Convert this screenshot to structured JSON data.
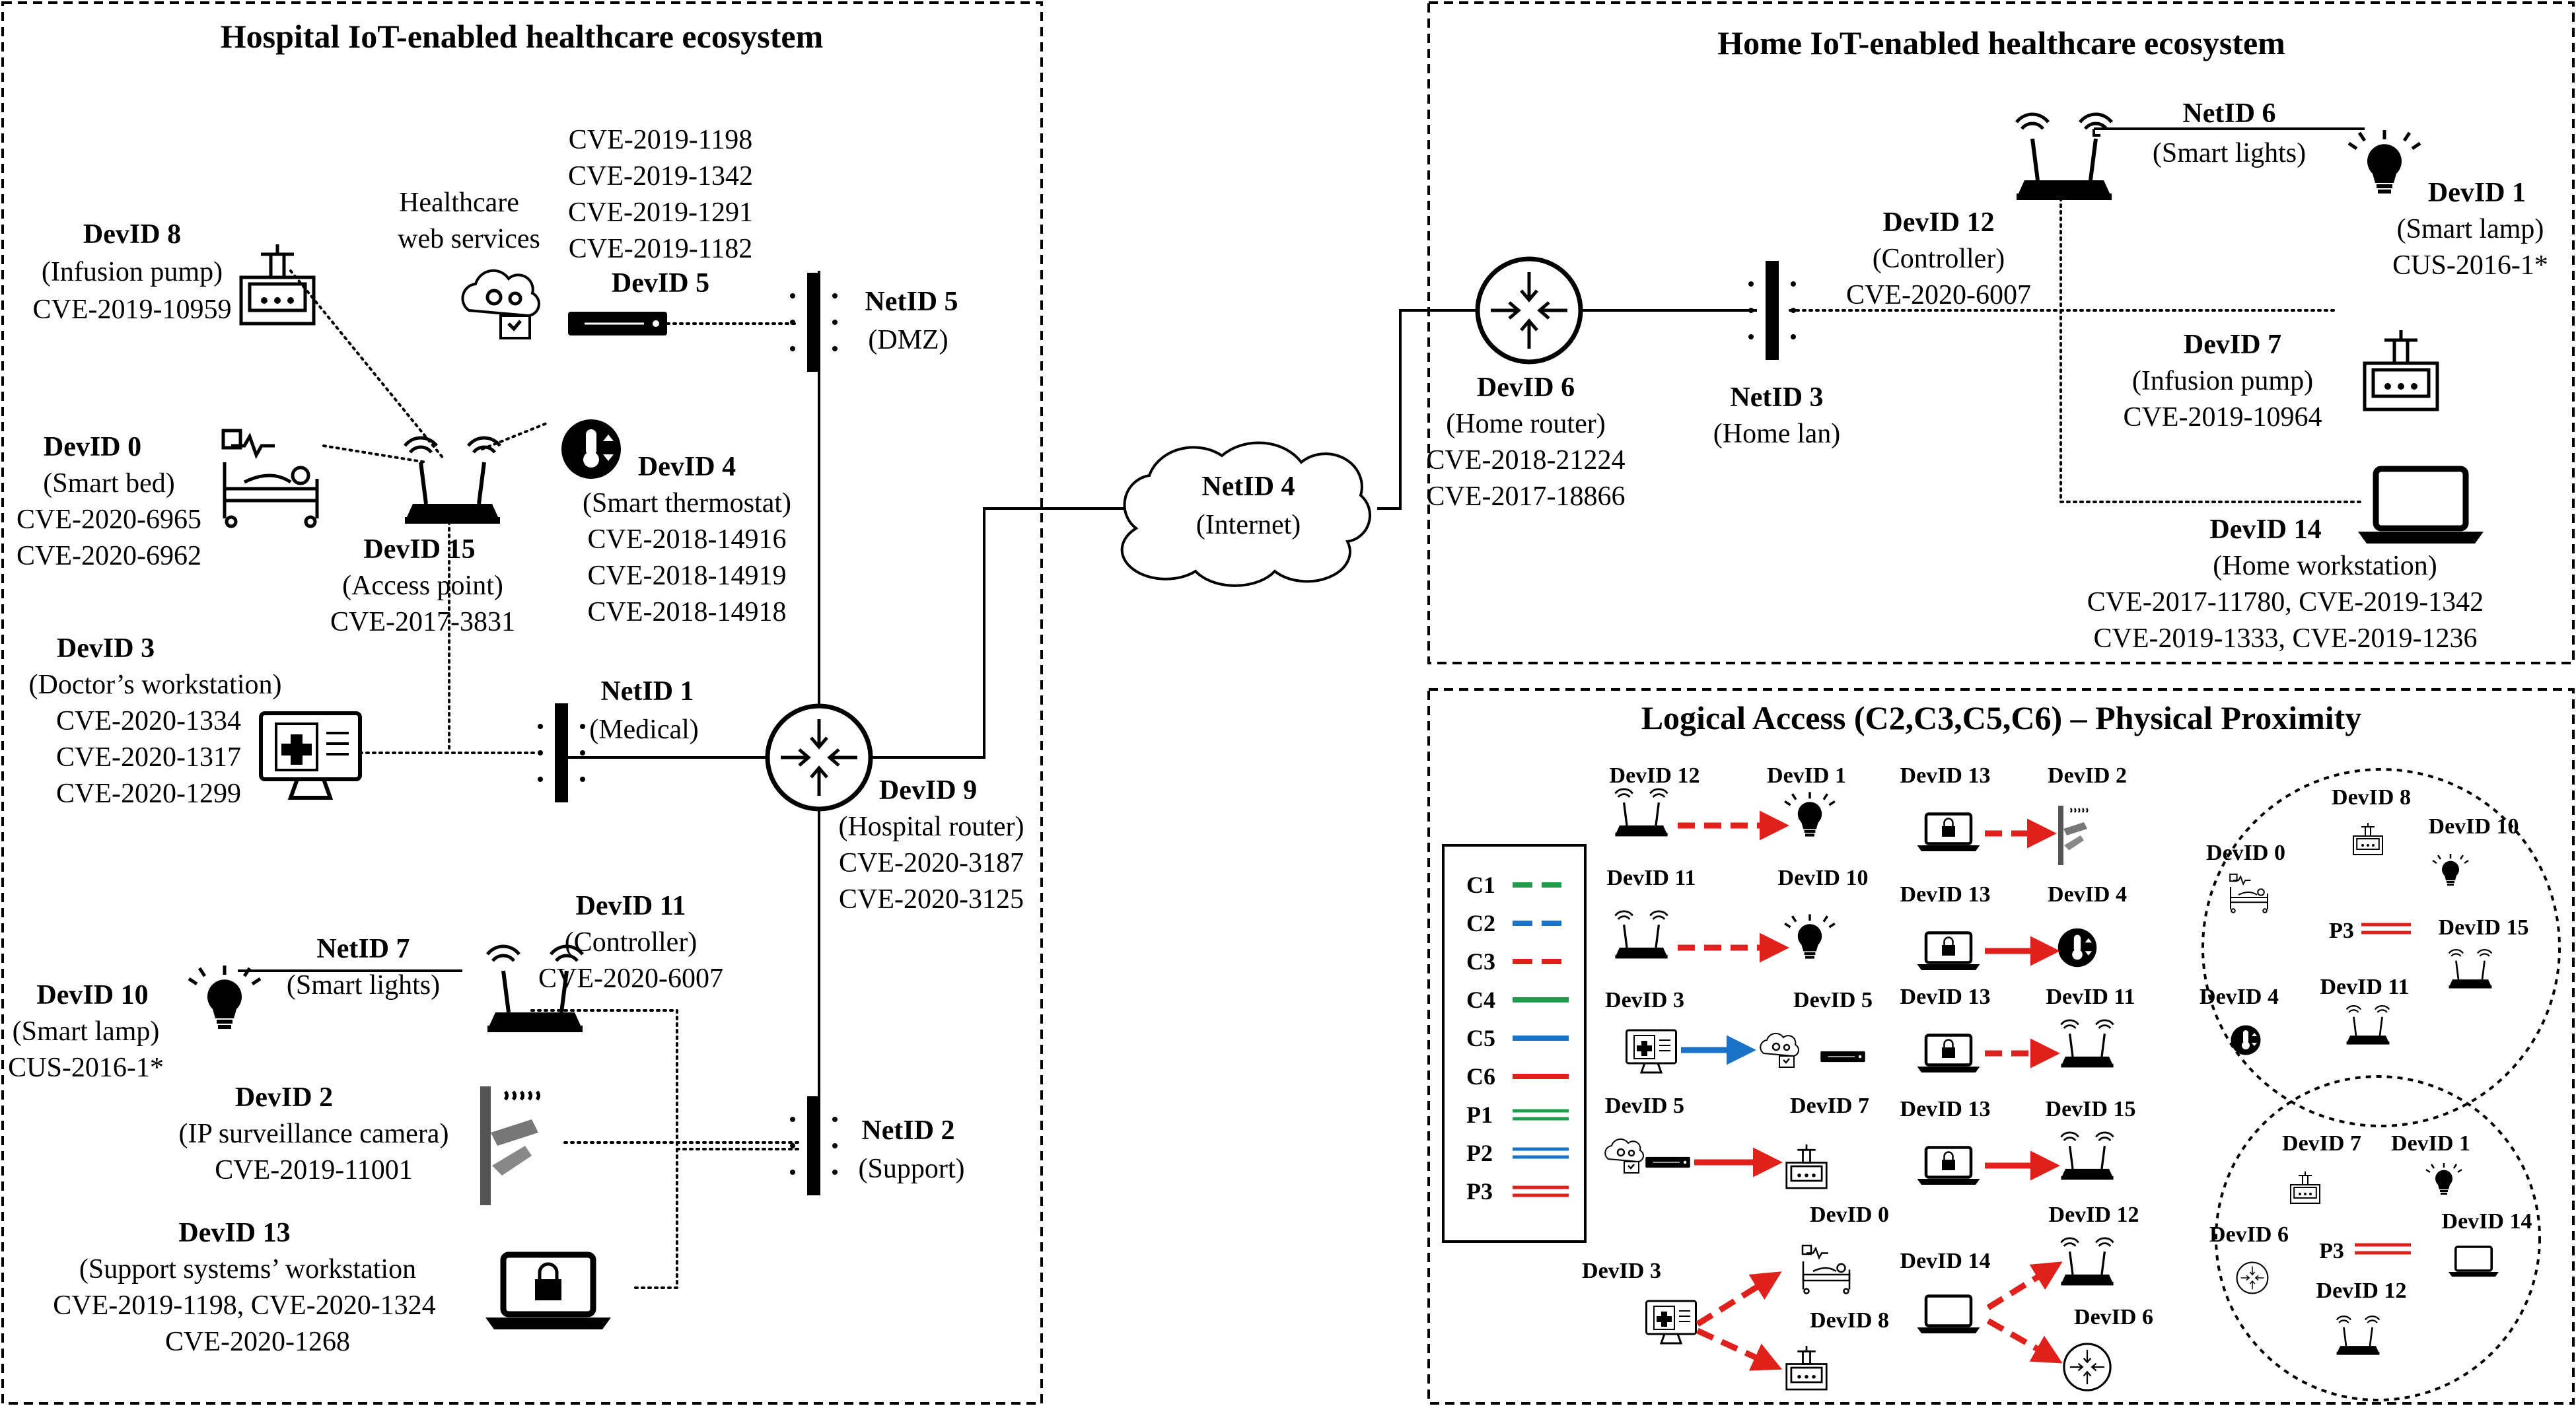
{
  "panels": {
    "hospital_title": "Hospital IoT-enabled healthcare ecosystem",
    "home_title": "Home IoT-enabled healthcare ecosystem",
    "logical_title": "Logical Access (C2,C3,C5,C6) – Physical Proximity"
  },
  "hospital": {
    "dev8": {
      "id": "DevID 8",
      "role": "(Infusion pump)",
      "cve": [
        "CVE-2019-10959"
      ]
    },
    "dev0": {
      "id": "DevID 0",
      "role": "(Smart bed)",
      "cve": [
        "CVE-2020-6965",
        "CVE-2020-6962"
      ]
    },
    "dev15": {
      "id": "DevID 15",
      "role": "(Access point)",
      "cve": [
        "CVE-2017-3831"
      ]
    },
    "dev4": {
      "id": "DevID 4",
      "role": "(Smart thermostat)",
      "cve": [
        "CVE-2018-14916",
        "CVE-2018-14919",
        "CVE-2018-14918"
      ]
    },
    "dev5": {
      "id": "DevID 5",
      "cve": [
        "CVE-2019-1198",
        "CVE-2019-1342",
        "CVE-2019-1291",
        "CVE-2019-1182"
      ]
    },
    "web_services": [
      "Healthcare",
      "web services"
    ],
    "net5": {
      "id": "NetID 5",
      "name": "(DMZ)"
    },
    "dev3": {
      "id": "DevID 3",
      "role": "(Doctor’s workstation)",
      "cve": [
        "CVE-2020-1334",
        "CVE-2020-1317",
        "CVE-2020-1299"
      ]
    },
    "net1": {
      "id": "NetID 1",
      "name": "(Medical)"
    },
    "dev9": {
      "id": "DevID 9",
      "role": "(Hospital router)",
      "cve": [
        "CVE-2020-3187",
        "CVE-2020-3125"
      ]
    },
    "net4": {
      "id": "NetID 4",
      "name": "(Internet)"
    },
    "net7": {
      "id": "NetID 7",
      "name": "(Smart lights)"
    },
    "dev11": {
      "id": "DevID 11",
      "role": "(Controller)",
      "cve": [
        "CVE-2020-6007"
      ]
    },
    "dev10": {
      "id": "DevID 10",
      "role": "(Smart lamp)",
      "cve": [
        "CUS-2016-1*"
      ]
    },
    "dev2": {
      "id": "DevID 2",
      "role": "(IP surveillance camera)",
      "cve": [
        "CVE-2019-11001"
      ]
    },
    "net2": {
      "id": "NetID 2",
      "name": "(Support)"
    },
    "dev13": {
      "id": "DevID 13",
      "role": "(Support systems’ workstation",
      "cve": [
        "CVE-2019-1198, CVE-2020-1324",
        "CVE-2020-1268"
      ]
    }
  },
  "home": {
    "dev6": {
      "id": "DevID 6",
      "role": "(Home router)",
      "cve": [
        "CVE-2018-21224",
        "CVE-2017-18866"
      ]
    },
    "net3": {
      "id": "NetID 3",
      "name": "(Home lan)"
    },
    "dev12": {
      "id": "DevID 12",
      "role": "(Controller)",
      "cve": [
        "CVE-2020-6007"
      ]
    },
    "net6": {
      "id": "NetID 6",
      "name": "(Smart lights)"
    },
    "dev1": {
      "id": "DevID 1",
      "role": "(Smart lamp)",
      "cve": [
        "CUS-2016-1*"
      ]
    },
    "dev7": {
      "id": "DevID 7",
      "role": "(Infusion pump)",
      "cve": [
        "CVE-2019-10964"
      ]
    },
    "dev14": {
      "id": "DevID 14",
      "role": "(Home workstation)",
      "cve": [
        "CVE-2017-11780, CVE-2019-1342",
        "CVE-2019-1333, CVE-2019-1236"
      ]
    }
  },
  "legend": [
    {
      "label": "C1",
      "color": "#1f9d4c",
      "style": "dashed"
    },
    {
      "label": "C2",
      "color": "#1a73c7",
      "style": "dashed"
    },
    {
      "label": "C3",
      "color": "#e0201b",
      "style": "dashed"
    },
    {
      "label": "C4",
      "color": "#1f9d4c",
      "style": "solid"
    },
    {
      "label": "C5",
      "color": "#1a73c7",
      "style": "solid"
    },
    {
      "label": "C6",
      "color": "#e0201b",
      "style": "solid"
    },
    {
      "label": "P1",
      "color": "#1f9d4c",
      "style": "double"
    },
    {
      "label": "P2",
      "color": "#1a73c7",
      "style": "double"
    },
    {
      "label": "P3",
      "color": "#e0201b",
      "style": "double"
    }
  ],
  "logical_pairs": [
    {
      "from": "DevID 12",
      "to": "DevID 1",
      "type": "C3"
    },
    {
      "from": "DevID 11",
      "to": "DevID 10",
      "type": "C3"
    },
    {
      "from": "DevID 3",
      "to": "DevID 5",
      "type": "C5"
    },
    {
      "from": "DevID 5",
      "to": "DevID 7",
      "type": "C6"
    },
    {
      "from": "DevID 3",
      "to": "DevID 0",
      "type": "C3"
    },
    {
      "from": "DevID 3",
      "to": "DevID 8",
      "type": "C3"
    },
    {
      "from": "DevID 13",
      "to": "DevID 2",
      "type": "C3"
    },
    {
      "from": "DevID 13",
      "to": "DevID 4",
      "type": "C6"
    },
    {
      "from": "DevID 13",
      "to": "DevID 11",
      "type": "C3"
    },
    {
      "from": "DevID 13",
      "to": "DevID 15",
      "type": "C6"
    },
    {
      "from": "DevID 14",
      "to": "DevID 12",
      "type": "C3"
    },
    {
      "from": "DevID 14",
      "to": "DevID 6",
      "type": "C3"
    }
  ],
  "labels": {
    "l12": "DevID 12",
    "l1": "DevID 1",
    "l11": "DevID 11",
    "l10": "DevID 10",
    "l3a": "DevID 3",
    "l5a": "DevID 5",
    "l5b": "DevID 5",
    "l7": "DevID 7",
    "l3b": "DevID 3",
    "l0": "DevID 0",
    "l8": "DevID 8",
    "l13a": "DevID 13",
    "l2": "DevID 2",
    "l13b": "DevID 13",
    "l4": "DevID 4",
    "l13c": "DevID 13",
    "l11b": "DevID 11",
    "l13d": "DevID 13",
    "l15": "DevID 15",
    "l14": "DevID 14",
    "l12b": "DevID 12",
    "l6": "DevID 6"
  },
  "proximity": {
    "circle1": {
      "p": "P3",
      "devices": [
        "DevID 8",
        "DevID 0",
        "DevID 10",
        "DevID 15",
        "DevID 4",
        "DevID 11"
      ]
    },
    "circle2": {
      "p": "P3",
      "devices": [
        "DevID 7",
        "DevID 1",
        "DevID 6",
        "DevID 14",
        "DevID 12"
      ]
    }
  }
}
